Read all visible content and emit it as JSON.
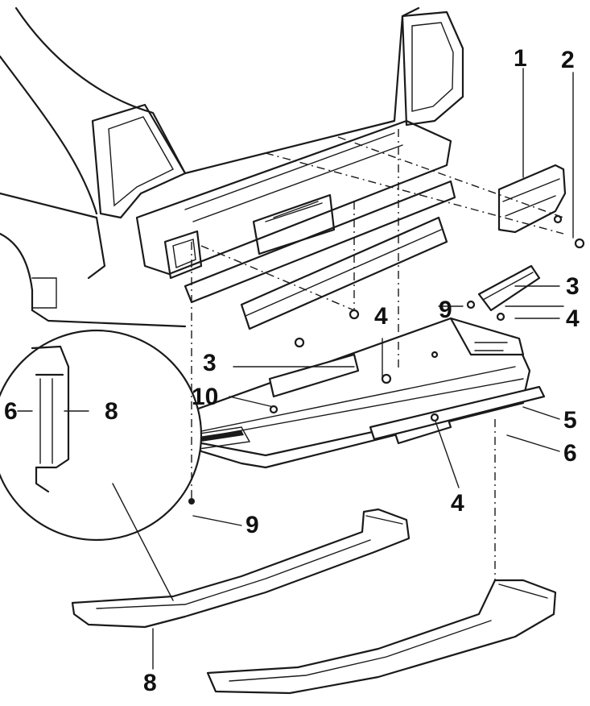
{
  "callouts": [
    {
      "id": "1",
      "label": "1"
    },
    {
      "id": "2",
      "label": "2"
    },
    {
      "id": "3a",
      "label": "3"
    },
    {
      "id": "4a",
      "label": "4"
    },
    {
      "id": "9a",
      "label": "9"
    },
    {
      "id": "4b",
      "label": "4"
    },
    {
      "id": "3b",
      "label": "3"
    },
    {
      "id": "10",
      "label": "10"
    },
    {
      "id": "6a",
      "label": "6"
    },
    {
      "id": "8a",
      "label": "8"
    },
    {
      "id": "5",
      "label": "5"
    },
    {
      "id": "6b",
      "label": "6"
    },
    {
      "id": "4c",
      "label": "4"
    },
    {
      "id": "9b",
      "label": "9"
    },
    {
      "id": "8b",
      "label": "8"
    }
  ]
}
